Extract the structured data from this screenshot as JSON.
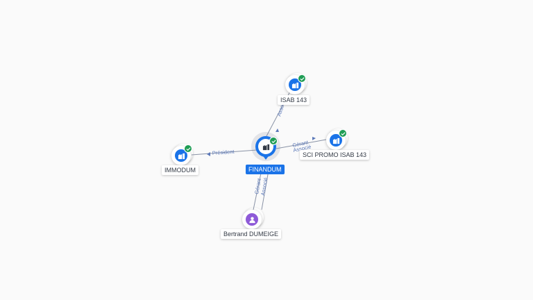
{
  "diagram": {
    "center": {
      "label": "FINANDUM",
      "icon": "building-icon"
    },
    "nodes": [
      {
        "id": "isab",
        "label": "ISAB 143",
        "icon": "building-icon",
        "status": "check-icon"
      },
      {
        "id": "sci",
        "label": "SCI PROMO ISAB 143",
        "icon": "building-icon",
        "status": "check-icon"
      },
      {
        "id": "immodum",
        "label": "IMMODUM",
        "icon": "building-icon",
        "status": "check-icon"
      },
      {
        "id": "bertrand",
        "label": "Bertrand DUMEIGE",
        "icon": "person-icon"
      }
    ],
    "edges": [
      {
        "from": "FINANDUM",
        "to": "ISAB 143",
        "labels": [
          "Associé"
        ]
      },
      {
        "from": "FINANDUM",
        "to": "SCI PROMO ISAB 143",
        "labels": [
          "Gérant",
          "Associé"
        ]
      },
      {
        "from": "FINANDUM",
        "to": "IMMODUM",
        "labels": [
          "Président"
        ]
      },
      {
        "from": "Bertrand DUMEIGE",
        "to": "FINANDUM",
        "labels": [
          "Gérant",
          "Associé"
        ]
      }
    ],
    "colors": {
      "accent": "#1a73e8",
      "status": "#1f9d55",
      "person": "#8e5ad8",
      "edge_label": "#5b78b8"
    }
  }
}
